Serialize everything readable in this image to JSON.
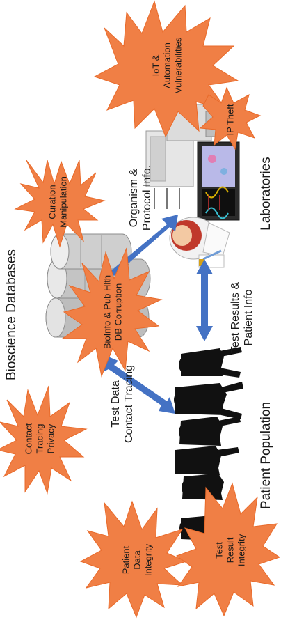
{
  "groups": {
    "bioscience_databases": "Bioscience Databases",
    "laboratories": "Laboratories",
    "patient_population": "Patient Population"
  },
  "flows": {
    "organism_protocol": [
      "Organism &",
      "Protocol Info."
    ],
    "test_results": [
      "Test Results &",
      "Patient Info"
    ],
    "test_data": [
      "Test Data",
      "Contact Tracing"
    ]
  },
  "threats": {
    "iot": [
      "IoT &",
      "Automation",
      "Vulnerabilities"
    ],
    "ip_theft": [
      "IP Theft"
    ],
    "curation": [
      "Curation",
      "Manipulation"
    ],
    "bioinfo": [
      "BioInfo & Pub Hlth",
      "DB Corruption"
    ],
    "contact_privacy": [
      "Contact",
      "Tracing",
      "Privacy"
    ],
    "patient_integrity": [
      "Patient",
      "Data",
      "Integrity"
    ],
    "test_integrity": [
      "Test",
      "Result",
      "Integrity"
    ]
  },
  "colors": {
    "burst_fill": "#F07F45",
    "burst_stroke": "#E86A2A",
    "arrow": "#4472C4",
    "cylinder": "#C9C9C9",
    "silhouette": "#111111"
  }
}
